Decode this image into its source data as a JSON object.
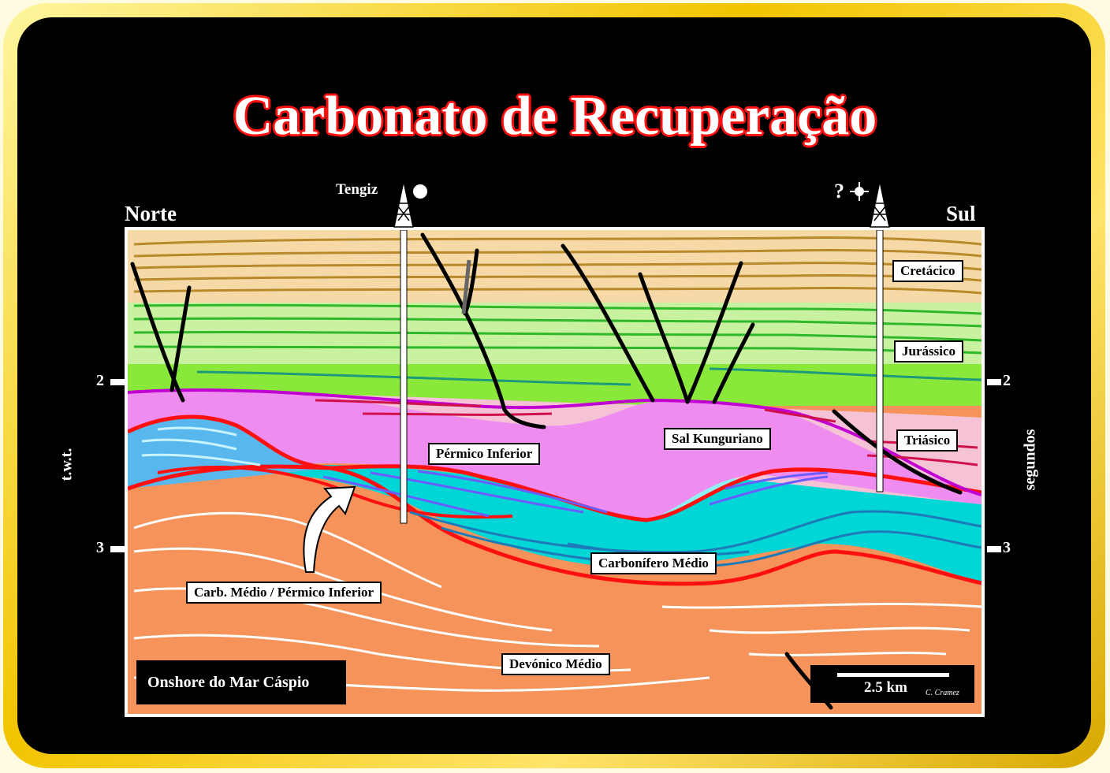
{
  "title": "Carbonato de Recuperação",
  "directions": {
    "left": "Norte",
    "right": "Sul"
  },
  "wells": [
    {
      "name": "Tengiz",
      "status_symbol": "oil-well-symbol"
    },
    {
      "name": "?",
      "status_symbol": "dry-hole-symbol"
    }
  ],
  "axis": {
    "left_label": "t.w.t.",
    "right_label": "segundos",
    "ticks": [
      "2",
      "3"
    ]
  },
  "units": [
    "Cretácico",
    "Jurássico",
    "Triásico",
    "Sal Kunguriano",
    "Pérmico Inferior",
    "Carbonífero Médio",
    "Carb. Médio / Pérmico Inferior",
    "Devónico Médio"
  ],
  "location": "Onshore do Mar Cáspio",
  "scale_bar": {
    "label": "2.5 km",
    "credit": "C. Cramez"
  },
  "colors": {
    "cretaceous": "#f7d9a8",
    "jurassic_light": "#c9f2a0",
    "jurassic_bright": "#8ae83a",
    "triassic": "#f6c3d6",
    "salt": "#ee8cf0",
    "carbonate_light": "#8ef2f2",
    "carbonate": "#00d6d6",
    "devonian": "#f5935a",
    "unconformity": "#ff1010",
    "frame": "#f2c400"
  }
}
